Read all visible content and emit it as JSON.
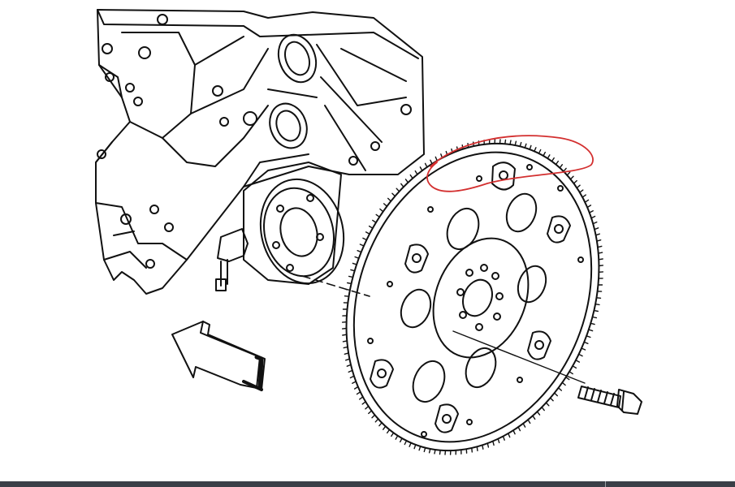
{
  "diagram": {
    "parts": [
      {
        "name": "engine-block-rear"
      },
      {
        "name": "crankshaft-flange"
      },
      {
        "name": "flexplate"
      },
      {
        "name": "flexplate-bolt"
      },
      {
        "name": "direction-arrow"
      }
    ],
    "annotation": {
      "shape": "hand-drawn-ellipse",
      "color": "#d32f2f",
      "target": "flexplate-ring-gear-teeth"
    },
    "line_color": "#111111"
  },
  "chrome": {
    "bar_color": "#3a3f47"
  }
}
